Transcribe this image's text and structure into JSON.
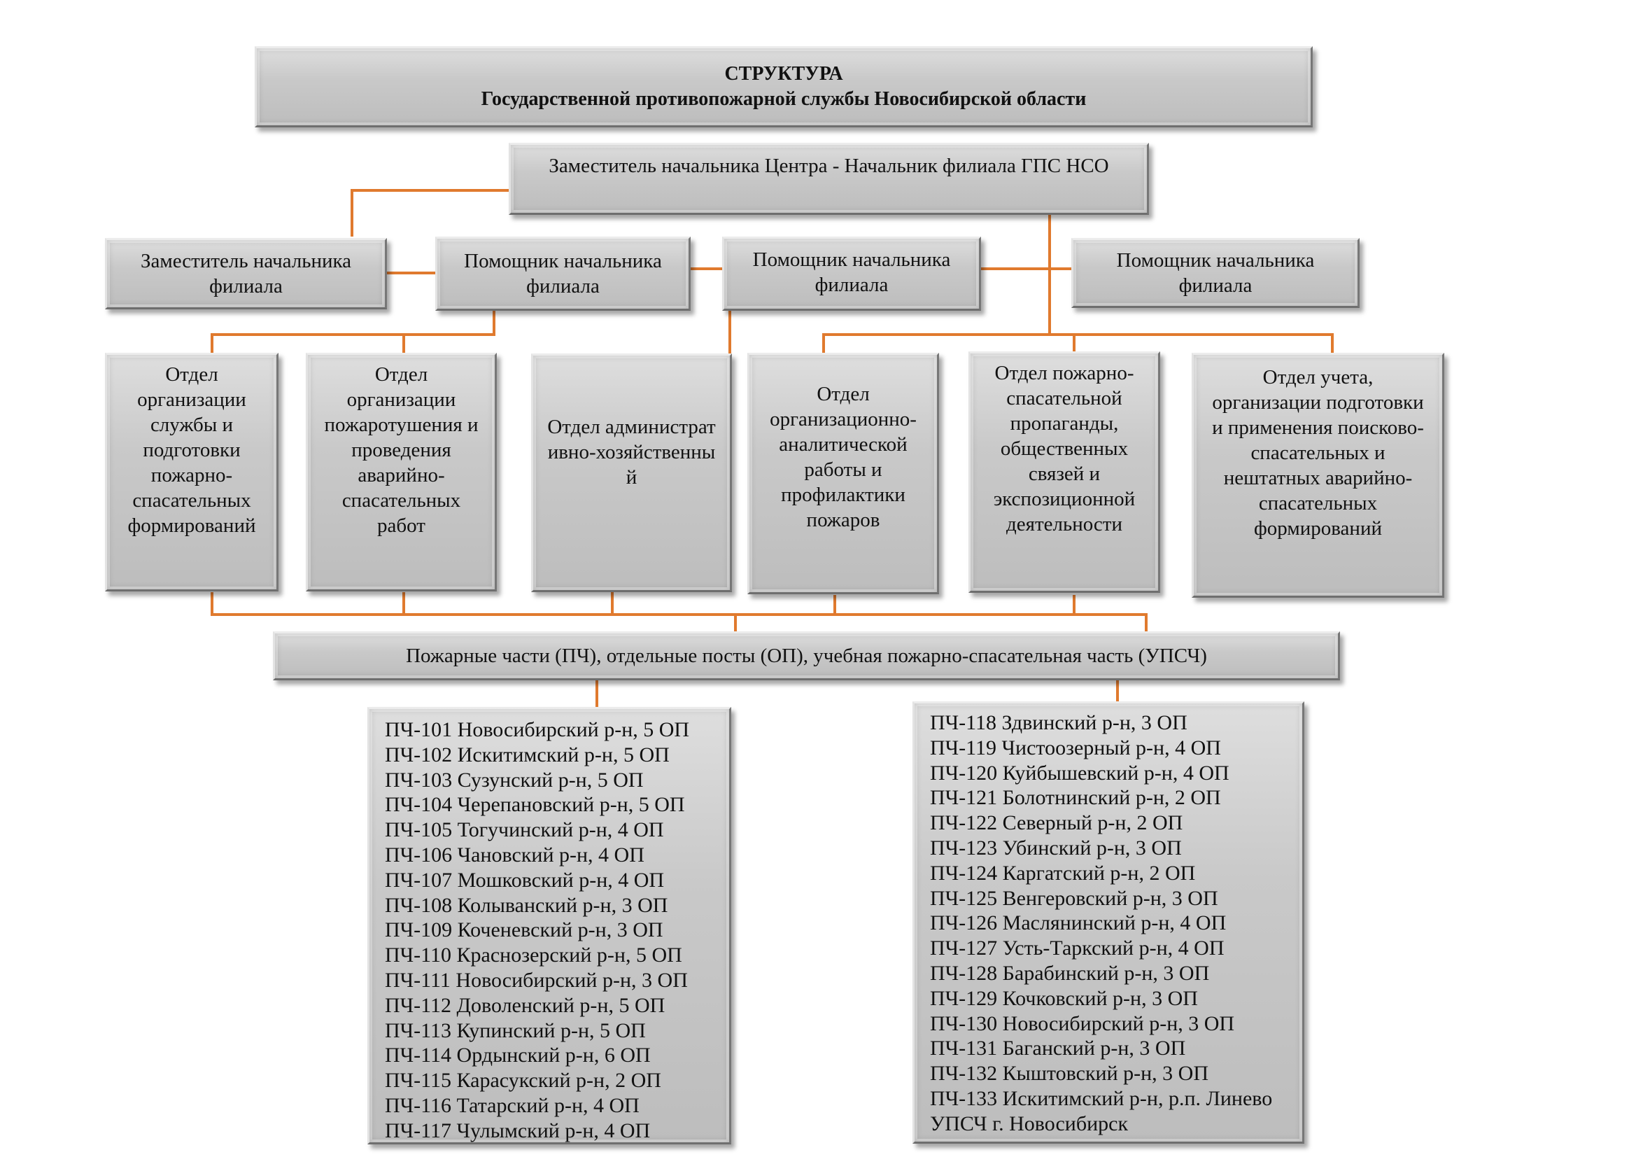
{
  "title": {
    "line1": "СТРУКТУРА",
    "line2": "Государственной противопожарной службы Новосибирской области"
  },
  "head": "Заместитель начальника Центра - Начальник филиала ГПС НСО",
  "deputies": [
    "Заместитель начальника филиала",
    "Помощник начальника филиала",
    "Помощник начальника филиала",
    "Помощник начальника филиала"
  ],
  "departments": [
    "Отдел организации службы и подготовки пожарно-спасательных формирований",
    "Отдел организации пожаротушения и проведения аварийно-спасательных работ",
    "Отдел административно-хозяйственный",
    "Отдел организационно-аналитической работы и профилактики пожаров",
    "Отдел пожарно-спасательной пропаганды, общественных связей и экспозиционной деятельности",
    "Отдел учета, организации подготовки и применения поисково-спасательных и нештатных аварийно-спасательных формирований"
  ],
  "units_header": "Пожарные части (ПЧ), отдельные посты (ОП), учебная пожарно-спасательная часть (УПСЧ)",
  "units_left": [
    "ПЧ-101 Новосибирский р-н, 5 ОП",
    "ПЧ-102 Искитимский р-н, 5 ОП",
    "ПЧ-103 Сузунский р-н, 5 ОП",
    "ПЧ-104 Черепановский р-н, 5 ОП",
    "ПЧ-105 Тогучинский р-н, 4 ОП",
    "ПЧ-106 Чановский р-н, 4 ОП",
    "ПЧ-107 Мошковский р-н, 4 ОП",
    "ПЧ-108 Колыванский р-н, 3 ОП",
    "ПЧ-109 Коченевский р-н, 3 ОП",
    "ПЧ-110 Краснозерский р-н, 5 ОП",
    "ПЧ-111 Новосибирский р-н, 3 ОП",
    "ПЧ-112 Доволенский р-н, 5 ОП",
    "ПЧ-113 Купинский р-н, 5 ОП",
    "ПЧ-114 Ордынский р-н, 6 ОП",
    "ПЧ-115 Карасукский р-н, 2 ОП",
    "ПЧ-116 Татарский р-н, 4 ОП",
    "ПЧ-117 Чулымский р-н, 4 ОП"
  ],
  "units_right": [
    "ПЧ-118 Здвинский р-н, 3 ОП",
    "ПЧ-119 Чистоозерный р-н, 4 ОП",
    "ПЧ-120 Куйбышевский р-н, 4 ОП",
    "ПЧ-121 Болотнинский р-н, 2 ОП",
    "ПЧ-122 Северный р-н, 2 ОП",
    "ПЧ-123 Убинский р-н, 3 ОП",
    "ПЧ-124 Каргатский р-н, 2 ОП",
    "ПЧ-125 Венгеровский р-н, 3 ОП",
    "ПЧ-126 Маслянинский р-н, 4 ОП",
    "ПЧ-127 Усть-Таркский р-н, 4 ОП",
    "ПЧ-128 Барабинский р-н, 3 ОП",
    "ПЧ-129 Кочковский р-н, 3 ОП",
    "ПЧ-130 Новосибирский р-н, 3 ОП",
    "ПЧ-131 Баганский р-н, 3 ОП",
    "ПЧ-132 Кыштовский р-н, 3 ОП",
    "ПЧ-133 Искитимский р-н, р.п. Линево",
    "УПСЧ г. Новосибирск"
  ],
  "colors": {
    "connector": "#e07a2e",
    "box_fill": "#c6c6c6",
    "box_border": "#8e8e8e"
  }
}
